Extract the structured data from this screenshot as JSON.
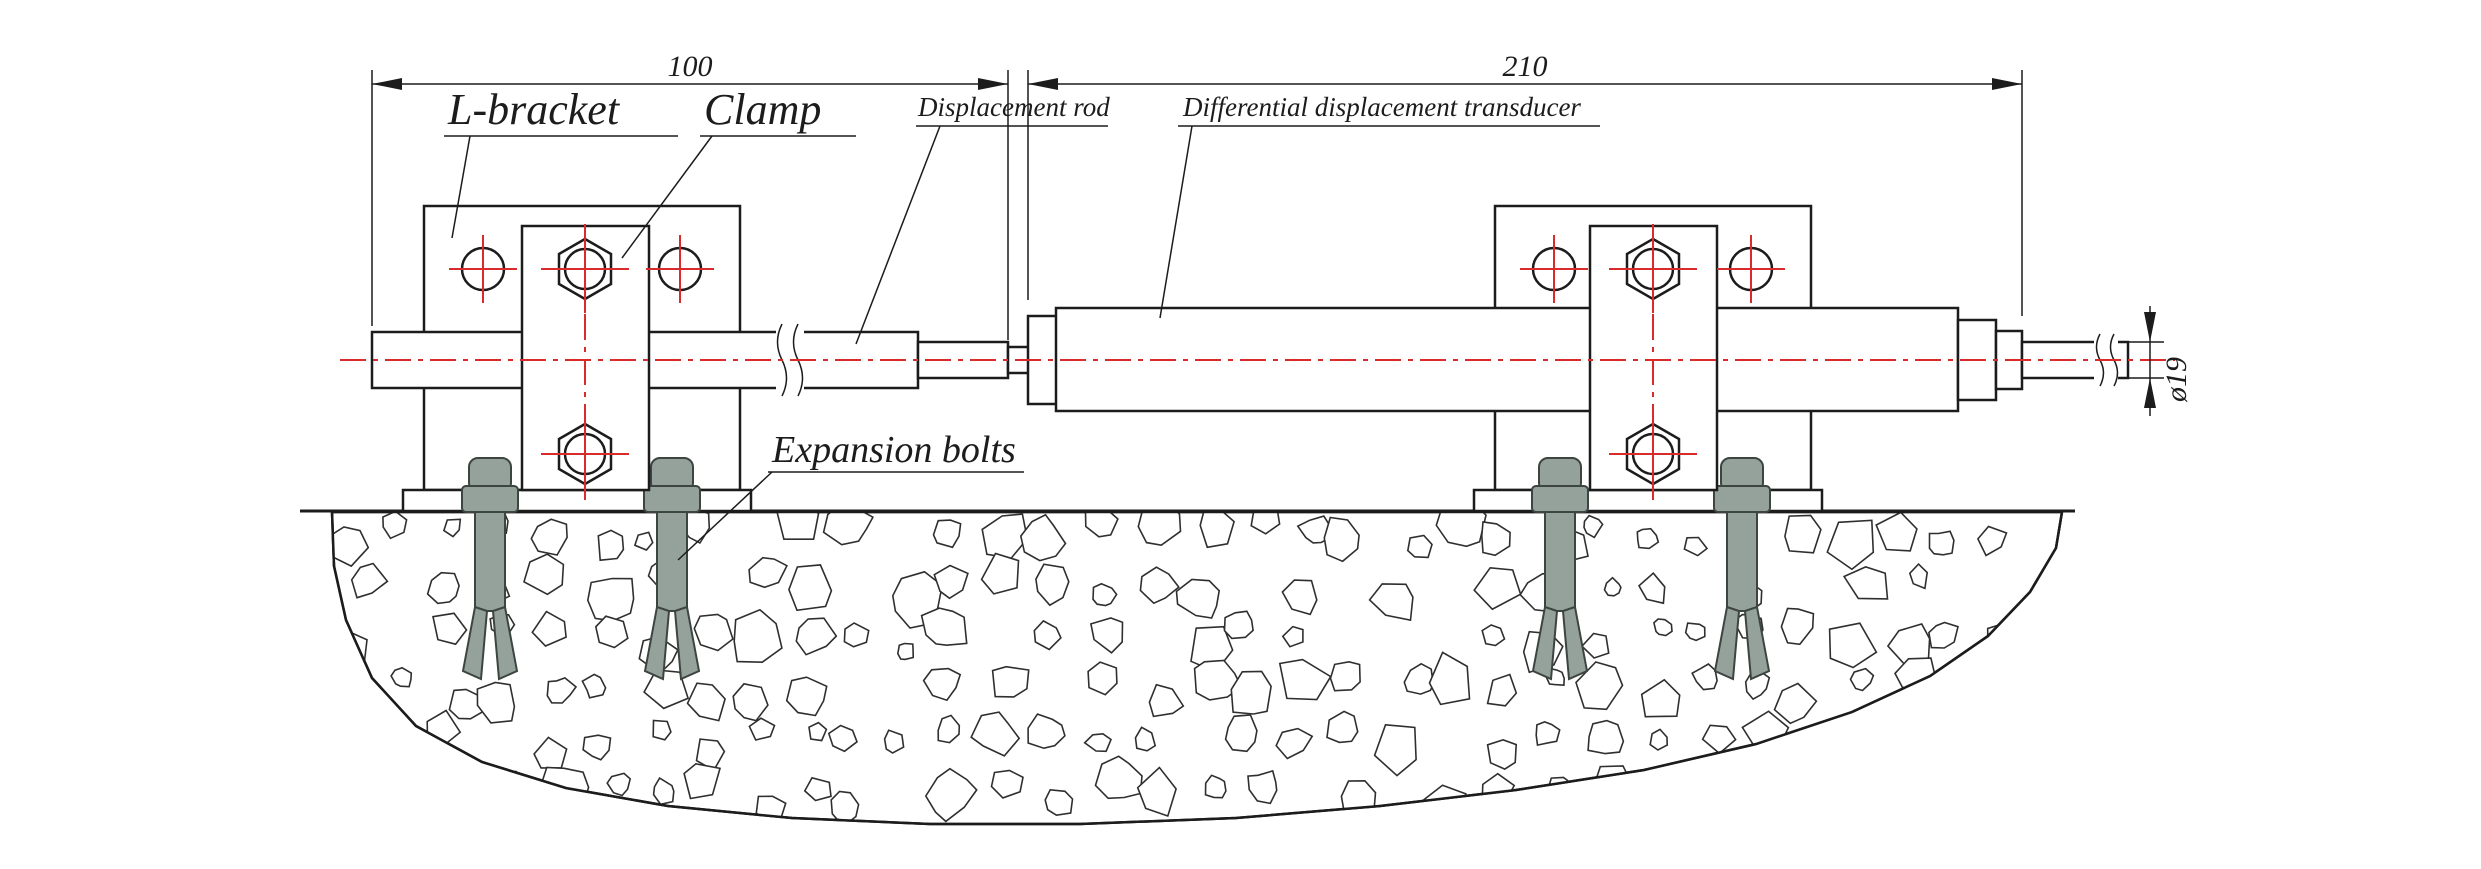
{
  "drawing": {
    "labels": {
      "l_bracket": "L-bracket",
      "clamp": "Clamp",
      "displacement_rod": "Displacement rod",
      "transducer": "Differential displacement transducer",
      "expansion_bolts": "Expansion bolts"
    },
    "dimensions": {
      "rod_span": "100",
      "transducer_span": "210",
      "shaft_diameter": "ø19"
    },
    "colors": {
      "line": "#1c1c1c",
      "centerline": "#d92b2b",
      "bolt-fill": "#95a19b",
      "bolt-stroke": "#3d4540",
      "stone-stroke": "#2f2f2f"
    }
  }
}
